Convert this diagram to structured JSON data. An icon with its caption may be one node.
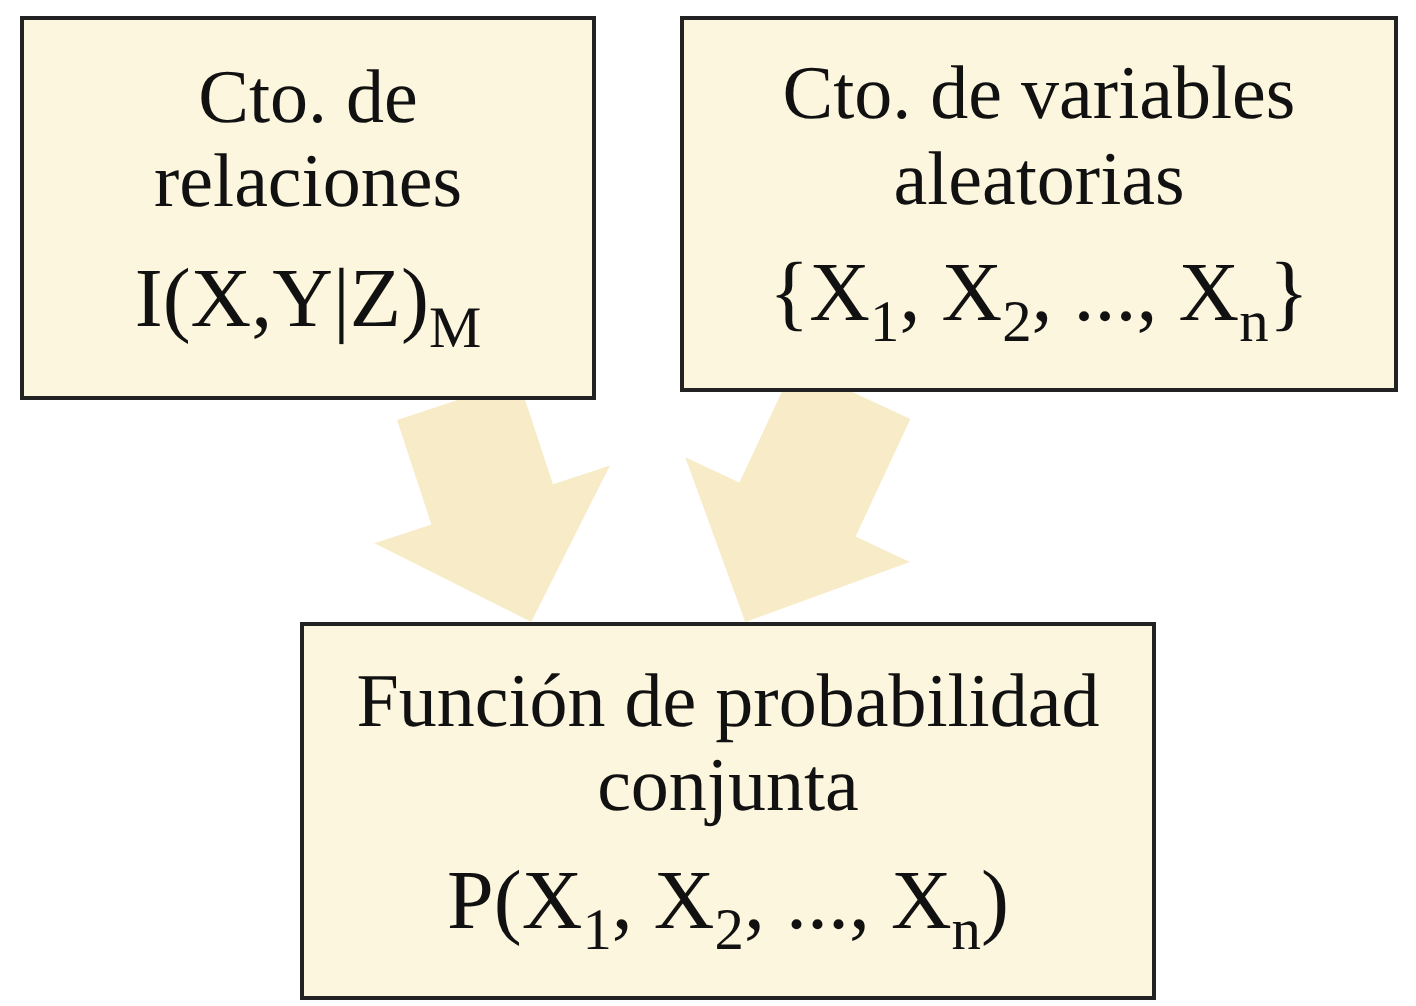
{
  "diagram": {
    "nodes": [
      {
        "text": [
          "Cto. de relaciones",
          "I(X,Y|Z)$_{M}$"
        ]
      },
      {
        "text": [
          "Cto. de variables aleatorias",
          "{X$_{1}$, X$_{2}$, ..., X$_{n}$}"
        ]
      },
      {
        "text": [
          "Función de probabilidad conjunta",
          "P(X$_{1}$, X$_{2}$, ..., X$_{n}$)"
        ]
      }
    ],
    "edges": [
      {
        "from": 0,
        "to": 2,
        "arrow": "to",
        "style": "thick"
      },
      {
        "from": 1,
        "to": 2,
        "arrow": "to",
        "style": "thick"
      }
    ]
  }
}
